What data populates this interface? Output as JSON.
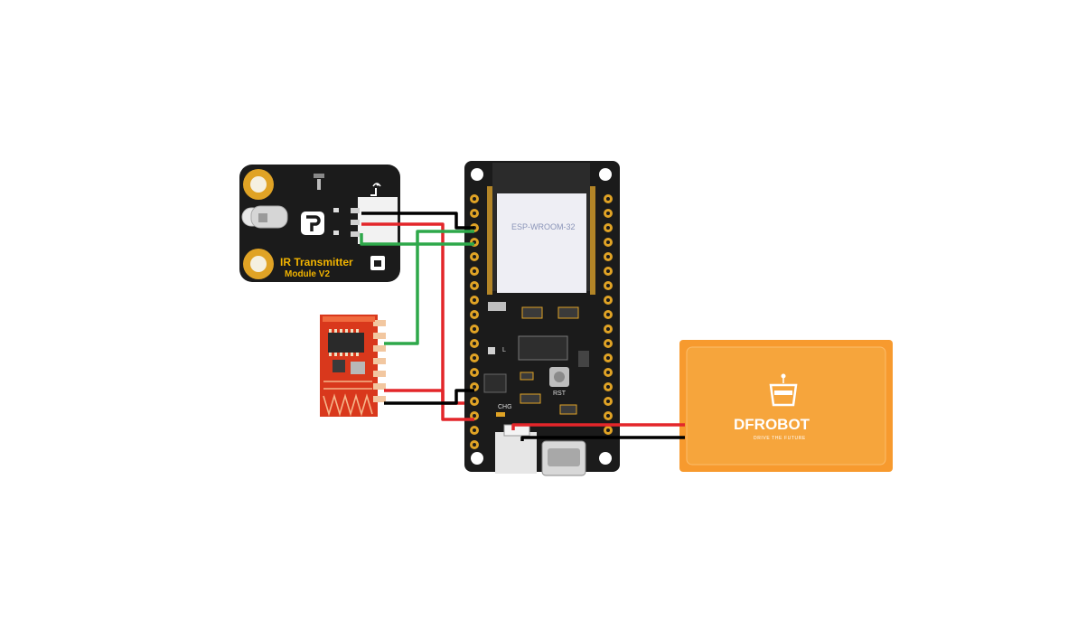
{
  "ir_module": {
    "title_line1": "IR Transmitter",
    "title_line2": "Module V2"
  },
  "esp32": {
    "chip_label": "ESP-WROOM-32",
    "rst_label": "RST",
    "chg_label": "CHG",
    "l_label": "L"
  },
  "battery": {
    "brand": "DFROBOT",
    "tagline": "DRIVE THE FUTURE"
  },
  "colors": {
    "wire_black": "#000000",
    "wire_red": "#e3262a",
    "wire_green": "#2ea84a",
    "board_black": "#1b1b1b",
    "pad_gold": "#e0a325",
    "battery_orange": "#f79a2e",
    "module_red": "#d9381c"
  },
  "icons": [
    "ir-led-icon",
    "dfrobot-logo-icon",
    "robot-head-icon",
    "wireless-icon"
  ]
}
